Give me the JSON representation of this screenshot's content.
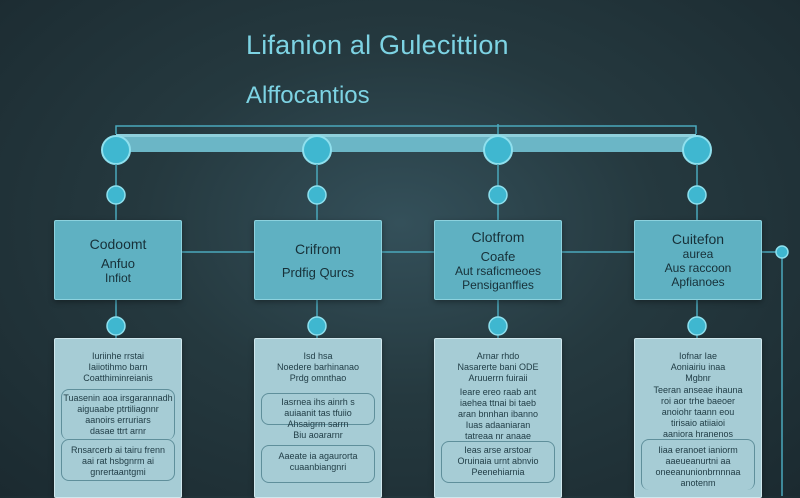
{
  "title": "Lifanion al Gulecittion",
  "subtitle": "Alffocantios",
  "colors": {
    "accent": "#3fb7d0",
    "box": "#5fb1c2",
    "card": "#a6ccd5",
    "line": "#4aa8bc"
  },
  "stages": [
    {
      "lines": [
        "Codoomt",
        "Anfuo",
        "Infiot"
      ],
      "card": {
        "top": [
          "Iuriinhe rrstai",
          "Iaiiotihmo barn",
          "Coatthiminreianis"
        ],
        "middle": [
          "Tuasenin aoa irsgarannadh",
          "aiguaabe ptrtiliagnnr",
          "aanoirs erruriars",
          "dasae ttrt arnr"
        ],
        "bottom": [
          "Rnsarcerb ai tairu frenn",
          "aai rat hsbgnrm ai",
          "gnrertaantgmi"
        ]
      }
    },
    {
      "lines": [
        "Crifrom",
        "",
        "Prdfig Qurcs"
      ],
      "card": {
        "top": [
          "Isd hsa",
          "Noedere barhinanao",
          "Prdg omnthao"
        ],
        "middle": [
          "Iasrnea ihs ainrh s",
          "auiaanit tas tfuiio",
          "Ahsaigrm sarrn",
          "Biu aoararnr"
        ],
        "bottom": [
          "Aaeate ia agaurorta",
          "cuaanbiangnri"
        ]
      }
    },
    {
      "lines": [
        "Clotfrom",
        "Coafe",
        "Aut rsaficmeoes",
        "Pensiganffies"
      ],
      "card": {
        "top": [
          "Arnar rhdo",
          "Nasarerte bani ODE",
          "Aruuerrn fuiraii"
        ],
        "middle": [
          "Ieare ereo raab ant",
          "iaehea ttnai bi taeb",
          "aran bnnhan ibanno",
          "Iuas adaaniaran",
          "tatreaa nr anaae"
        ],
        "bottom": [
          "Ieas arse arstoar",
          "Oruinaia urnt abnvio",
          "Peenehiarnia"
        ]
      }
    },
    {
      "lines": [
        "Cuitefon",
        "aurea",
        "Aus raccoon",
        "Apfianoes"
      ],
      "card": {
        "top": [
          "Iofnar Iae",
          "Aoniairiu inaa",
          "Mgbnr"
        ],
        "middle": [
          "Teeran anseae ihauna",
          "roi aor trhe baeoer",
          "anoiohr taann eou",
          "tirisaio atiiaioi",
          "aaniora hranenos"
        ],
        "bottom": [
          "Iiaa eranoet ianiorm",
          "aaeueanurtni aa",
          "oneeanunionbrnnnaa",
          "anotenm"
        ]
      }
    }
  ]
}
